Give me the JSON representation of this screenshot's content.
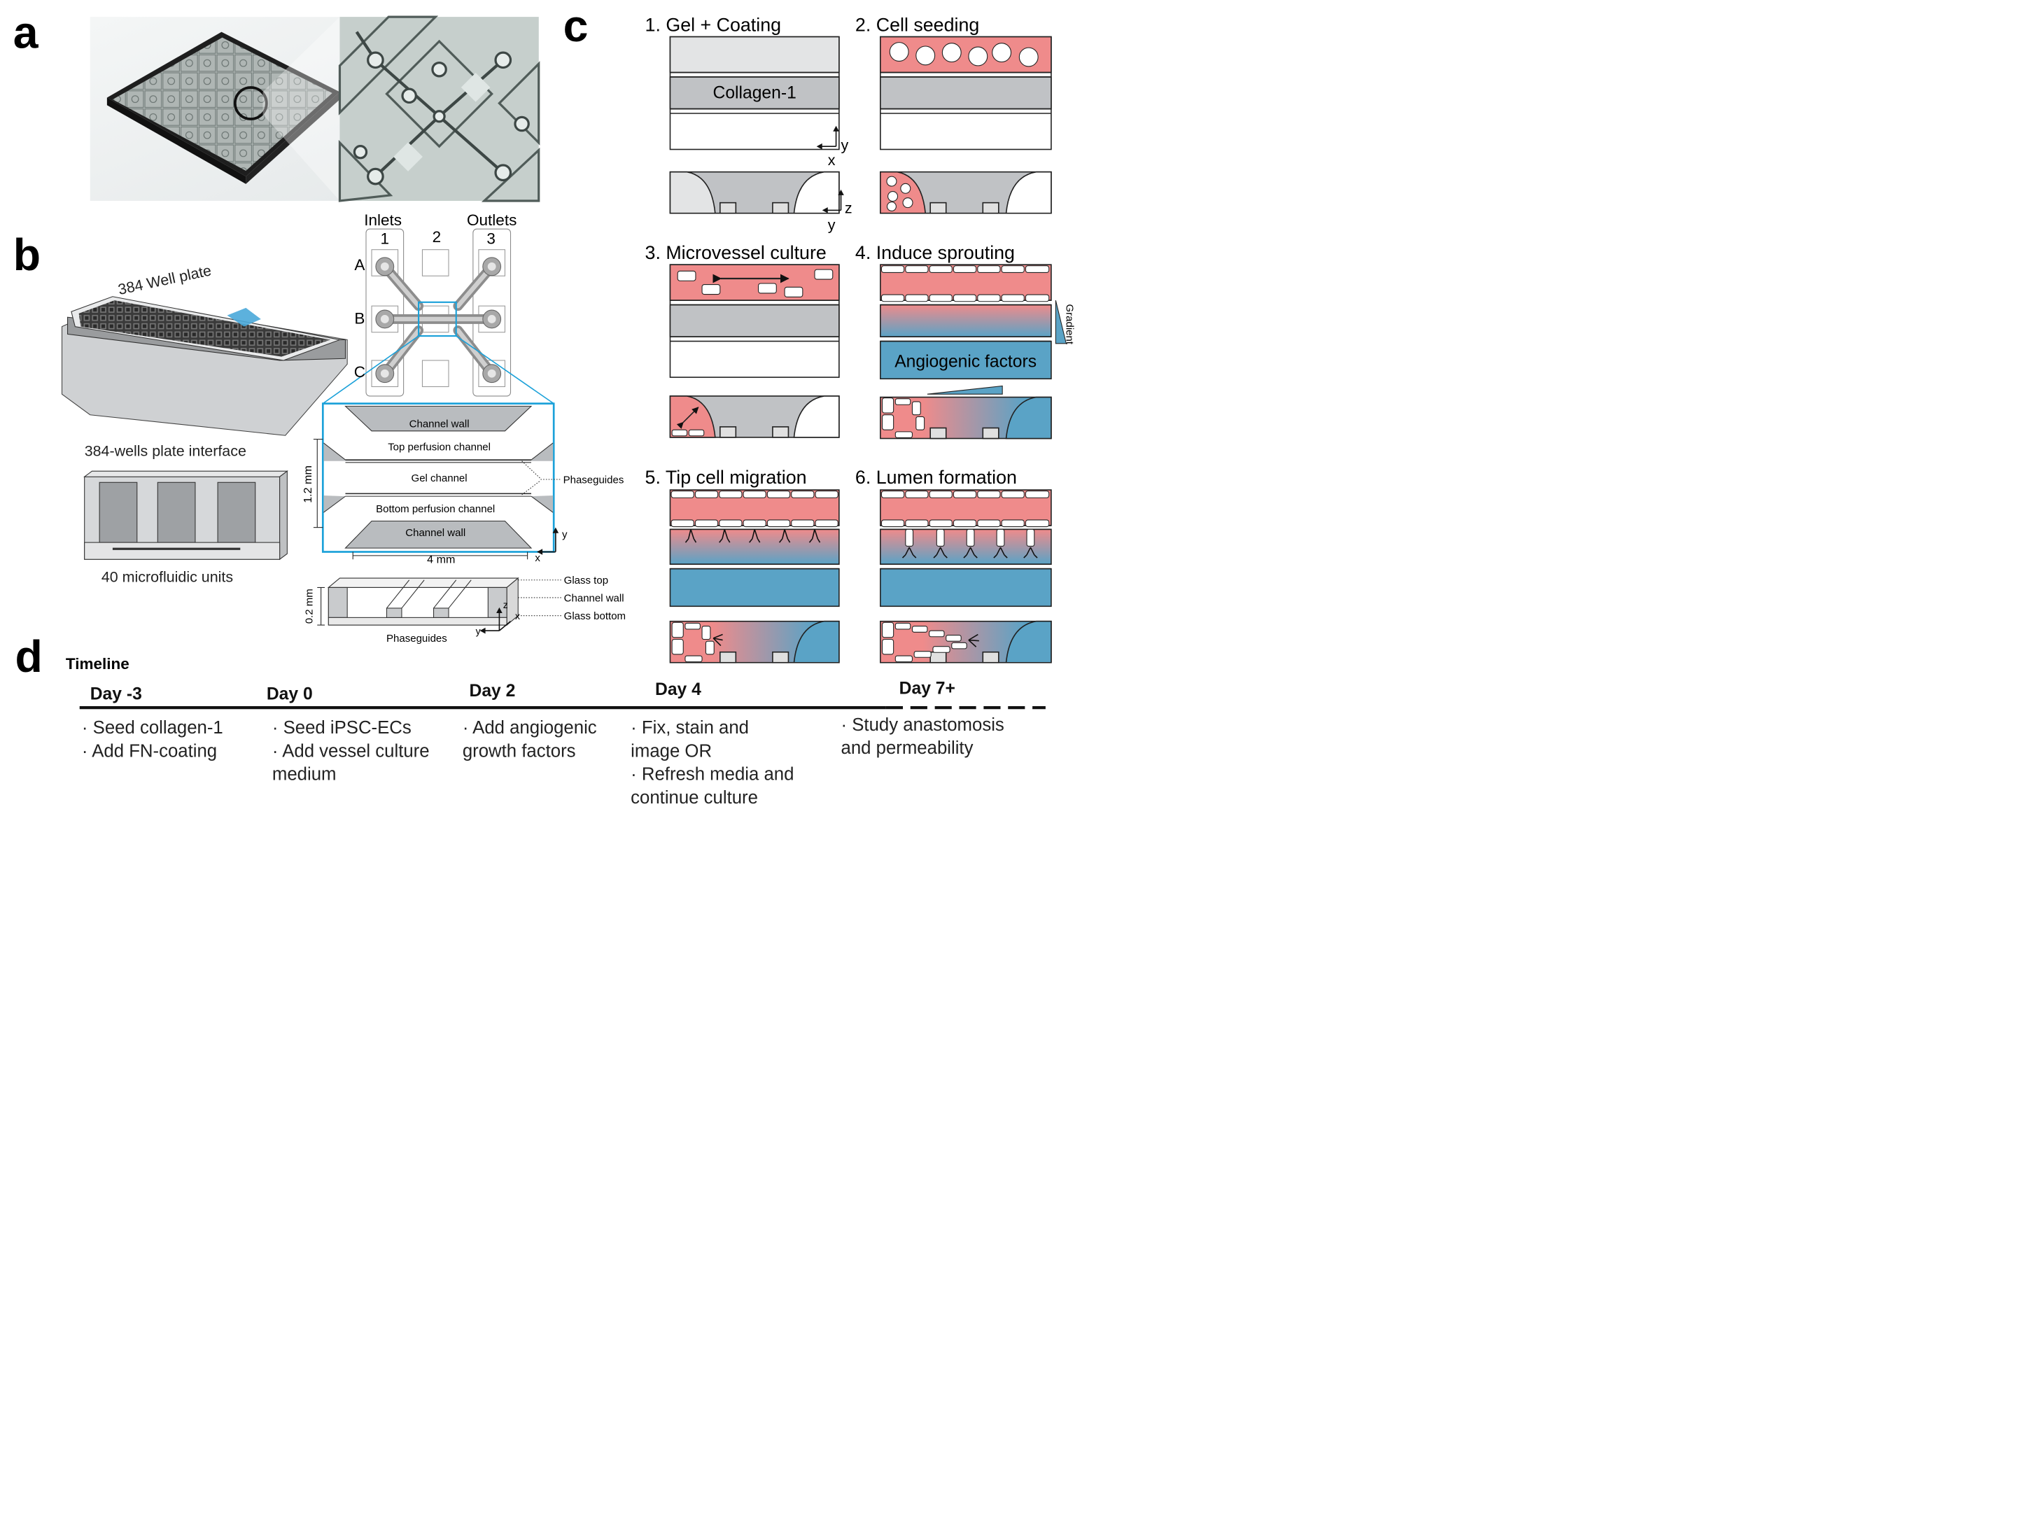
{
  "panel_letters": {
    "a": "a",
    "b": "b",
    "c": "c",
    "d": "d"
  },
  "colors": {
    "accent_blue": "#1ba1d9",
    "cell_pink": "#ef8b8b",
    "angiogenic_blue": "#5aa3c6",
    "collagen_gray": "#c0c2c5",
    "device_gray": "#b8bbbe"
  },
  "panel_b": {
    "plate_title": "384 Well plate",
    "plate_interface_label": "384-wells plate interface",
    "units_label": "40 microfluidic units",
    "inlets_label": "Inlets",
    "outlets_label": "Outlets",
    "columns": [
      "1",
      "2",
      "3"
    ],
    "rows": [
      "A",
      "B",
      "C"
    ],
    "channel_wall_top": "Channel wall",
    "top_perfusion": "Top perfusion channel",
    "gel_channel": "Gel channel",
    "bottom_perfusion": "Bottom perfusion channel",
    "channel_wall_bottom": "Channel wall",
    "phaseguides": "Phaseguides",
    "height_dim": "1.2 mm",
    "width_dim": "4 mm",
    "axis_x": "x",
    "axis_y": "y",
    "axis_z": "z",
    "cross_height_dim": "0.2 mm",
    "glass_top": "Glass top",
    "channel_wall_side": "Channel wall",
    "glass_bottom": "Glass bottom",
    "cross_phaseguides": "Phaseguides"
  },
  "panel_c": {
    "step1": "1. Gel + Coating",
    "collagen_label": "Collagen-1",
    "step2": "2. Cell seeding",
    "step3": "3. Microvessel culture",
    "step4": "4. Induce sprouting",
    "angiogenic_label": "Angiogenic factors",
    "gradient_label": "Gradient",
    "step5": "5. Tip cell migration",
    "step6": "6. Lumen formation",
    "axis_x": "x",
    "axis_y": "y",
    "axis_z": "z"
  },
  "timeline": {
    "title": "Timeline",
    "days": [
      {
        "label": "Day -3",
        "lines": [
          "· Seed collagen-1",
          "· Add FN-coating"
        ]
      },
      {
        "label": "Day 0",
        "lines": [
          "· Seed iPSC-ECs",
          "· Add vessel culture",
          "medium"
        ]
      },
      {
        "label": "Day 2",
        "lines": [
          "· Add angiogenic",
          "growth factors"
        ]
      },
      {
        "label": "Day 4",
        "lines": [
          "· Fix, stain and",
          "image OR",
          "· Refresh media and",
          "continue culture"
        ]
      },
      {
        "label": "Day 7+",
        "lines": [
          "· Study anastomosis",
          "and permeability"
        ]
      }
    ]
  }
}
